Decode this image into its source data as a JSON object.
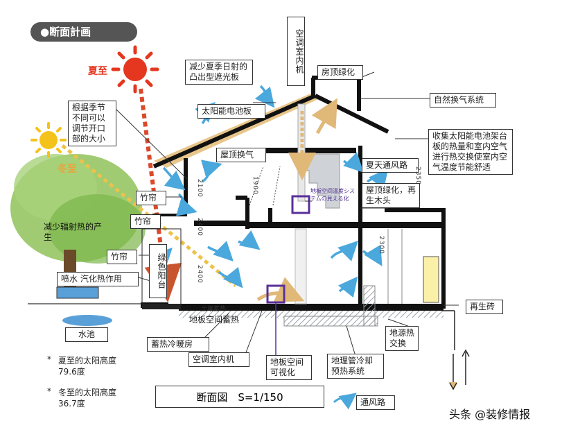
{
  "header": {
    "title": "●断面計画"
  },
  "seasons": {
    "summer": "夏至",
    "winter": "冬至"
  },
  "colors": {
    "summer_sun": "#e5361f",
    "winter_sun": "#f3c21b",
    "roof_solar": "#e8c58a",
    "airflow": "#4aa8dc",
    "ground_hatch": "#9aa0a8",
    "tree": "#8fc25a",
    "pool": "#5aa0d8",
    "purple_box": "#5a2f9a",
    "structure": "#111111"
  },
  "labels": {
    "reduce_summer_sun": "减少夏季日射的凸出型遮光板",
    "ac_indoor_vertical": "空调室内机",
    "roof_green_top": "房顶绿化",
    "natural_vent": "自然换气系统",
    "solar_heat_collect": "收集太阳能电池架台板的热量和室内空气进行热交换使室内空气温度节能舒适",
    "seasonal_opening": "根据季节不同可以调节开口部的大小",
    "solar_panel": "太阳能电池板",
    "roof_vent": "屋顶换气",
    "summer_airway": "夏天通风路",
    "roof_green_wood": "屋顶绿化，再生木头",
    "bamboo1": "竹帘",
    "bamboo2": "竹帘",
    "bamboo3": "竹帘",
    "reduce_radiation": "减少辐射热的产生",
    "green_balcony": "绿色阳台",
    "spray_water": "喷水 汽化热作用",
    "pool": "水池",
    "floor_heat_storage": "地板空间蓄热",
    "heat_storage_room": "蓄热冷暖房",
    "ac_indoor": "空调室内机",
    "floor_visual": "地板空间可视化",
    "geo_cooling": "地理管冷却预热系统",
    "geothermal_exchange": "地源热交换",
    "recycled_brick": "再生砖",
    "airway_legend": "通风路",
    "soil_heat": "土壤蓄热"
  },
  "footnotes": {
    "summer_alt": "夏至的太阳高度",
    "summer_val": "79.6度",
    "winter_alt": "冬至的太阳高度",
    "winter_val": "36.7度",
    "bullet": "*"
  },
  "scale_caption": "断面図　S=1/150",
  "watermark": "头条 @装修情报",
  "dimensions": {
    "d1": "2100",
    "d2": "2400",
    "d3": "2400",
    "d4": "1900",
    "d5": "2300",
    "d6": "2350"
  },
  "purple_note": "地板空间温度システムの見える化"
}
